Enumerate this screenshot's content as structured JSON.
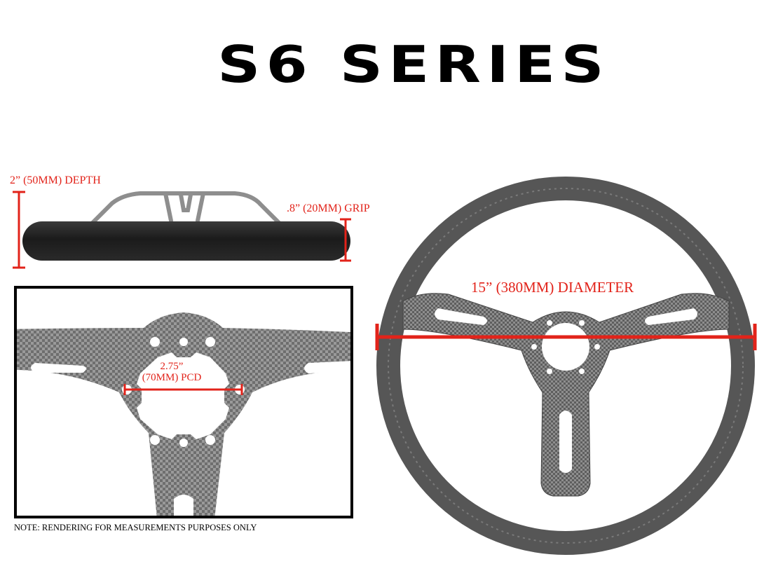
{
  "title": "S6 SERIES",
  "labels": {
    "depth": "2” (50MM) DEPTH",
    "grip": ".8” (20MM) GRIP",
    "diameter": "15” (380MM) DIAMETER",
    "pcd_line1": "2.75”",
    "pcd_line2": "(70MM) PCD"
  },
  "note": "NOTE: RENDERING FOR MEASUREMENTS PURPOSES ONLY",
  "colors": {
    "dimension_red": "#e2231a",
    "rim_gray": "#555555",
    "spoke_gray": "#8a8a8a",
    "grip_black": "#1e1e1e"
  }
}
